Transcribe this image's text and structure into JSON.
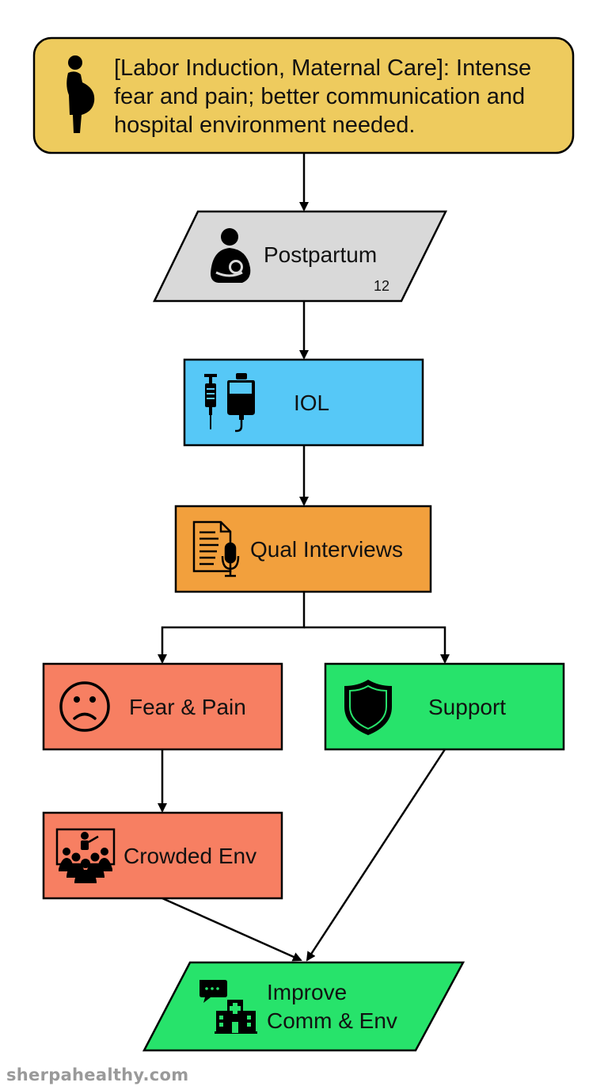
{
  "nodes": {
    "summary": {
      "text": "[Labor Induction, Maternal Care]: Intense fear and pain; better communication and hospital environment needed.",
      "icon": "pregnant-woman-icon",
      "color": "#EECB5E"
    },
    "postpartum": {
      "label": "Postpartum",
      "badge": "12",
      "icon": "breastfeeding-mother-icon",
      "color": "#D9D9D9"
    },
    "iol": {
      "label": "IOL",
      "icon": "syringe-iv-bag-icon",
      "color": "#56C8F7"
    },
    "qual": {
      "label": "Qual Interviews",
      "icon": "document-microphone-icon",
      "color": "#F2A03D"
    },
    "fear": {
      "label": "Fear & Pain",
      "icon": "sad-face-icon",
      "color": "#F77F62"
    },
    "support": {
      "label": "Support",
      "icon": "shield-icon",
      "color": "#27E36B"
    },
    "crowded": {
      "label": "Crowded Env",
      "icon": "crowd-presentation-icon",
      "color": "#F77F62"
    },
    "improve": {
      "label_line1": "Improve",
      "label_line2": "Comm & Env",
      "icon": "chat-hospital-icon",
      "color": "#27E36B"
    }
  },
  "watermark": "sherpahealthy.com"
}
